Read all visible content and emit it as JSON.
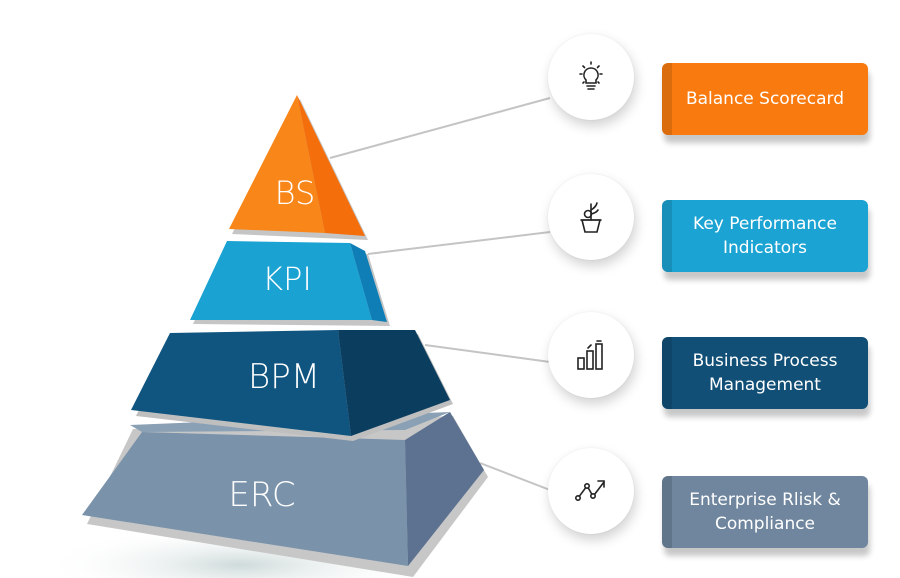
{
  "pyramid": {
    "levels": [
      {
        "id": "bs",
        "abbr": "BS",
        "full": "Balance Scorecard",
        "icon": "lightbulb-icon",
        "color": "#f97b10"
      },
      {
        "id": "kpi",
        "abbr": "KPI",
        "full": "Key Performance\nIndicators",
        "icon": "plant-pot-icon",
        "color": "#1ba3d3"
      },
      {
        "id": "bpm",
        "abbr": "BPM",
        "full": "Business Process\nManagement",
        "icon": "bar-growth-icon",
        "color": "#114f77"
      },
      {
        "id": "erc",
        "abbr": "ERC",
        "full": "Enterprise Rlisk &\nCompliance",
        "icon": "trend-line-icon",
        "color": "#6f869e"
      }
    ]
  }
}
